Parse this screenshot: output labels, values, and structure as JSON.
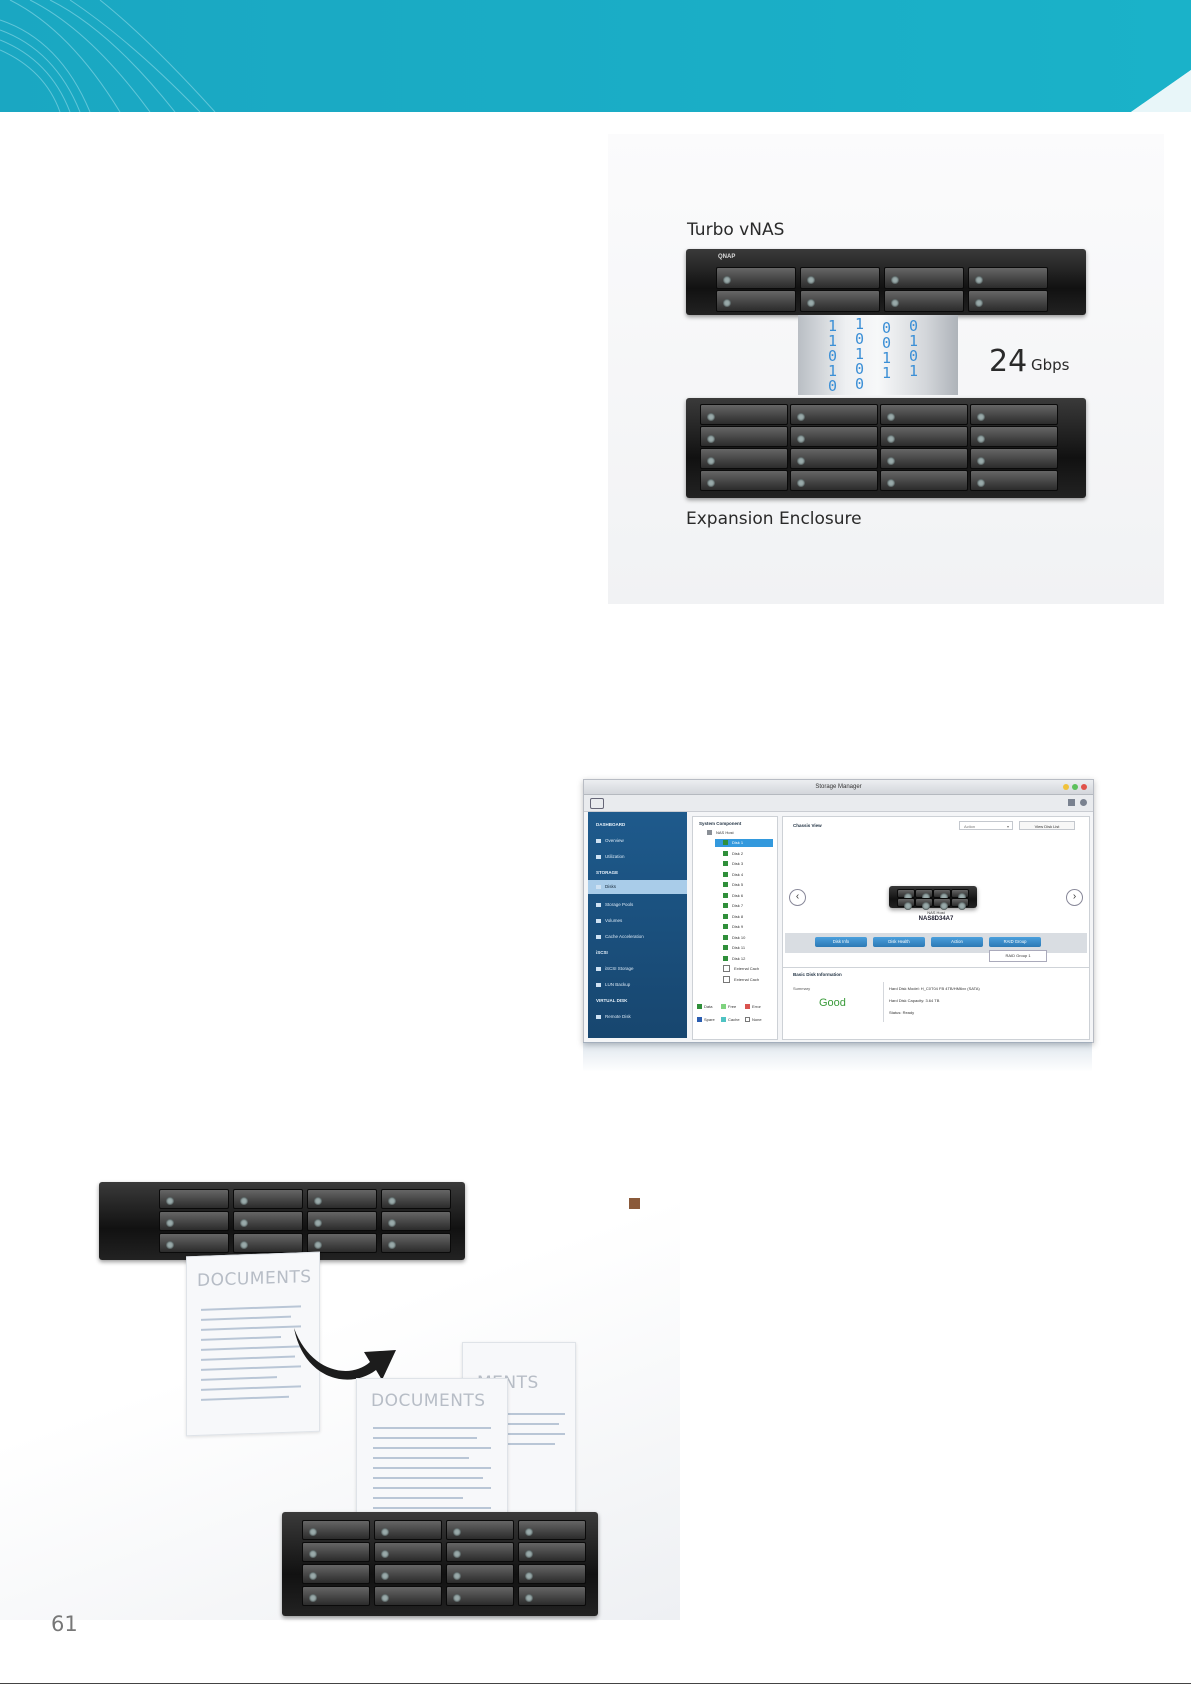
{
  "page": {
    "number": "61"
  },
  "colors": {
    "header_teal": "#1aa7c2",
    "bullet": "#8a5a3a"
  },
  "figure_vnas": {
    "top_label": "Turbo vNAS",
    "bottom_label": "Expansion Enclosure",
    "speed_value": "24",
    "speed_unit": "Gbps",
    "brand": "QNAP",
    "binary_columns": [
      "1\n1\n0\n1\n0",
      "1\n0\n1\n0\n0",
      "0\n0\n1\n1",
      "0\n1\n0\n1"
    ]
  },
  "storage_manager": {
    "title": "Storage Manager",
    "sidebar": [
      {
        "type": "head",
        "label": "DASHBOARD"
      },
      {
        "type": "item",
        "label": "Overview"
      },
      {
        "type": "item",
        "label": "Utilization"
      },
      {
        "type": "head",
        "label": "STORAGE"
      },
      {
        "type": "item",
        "label": "Disks",
        "active": true
      },
      {
        "type": "item",
        "label": "Storage Pools"
      },
      {
        "type": "item",
        "label": "Volumes"
      },
      {
        "type": "item",
        "label": "Cache Acceleration"
      },
      {
        "type": "head",
        "label": "iSCSI"
      },
      {
        "type": "item",
        "label": "iSCSI Storage"
      },
      {
        "type": "item",
        "label": "LUN Backup"
      },
      {
        "type": "head",
        "label": "VIRTUAL DISK"
      },
      {
        "type": "item",
        "label": "Remote Disk"
      }
    ],
    "tree": {
      "heading": "System Component",
      "root": "NAS Host",
      "disks": [
        "Disk 1",
        "Disk 2",
        "Disk 3",
        "Disk 4",
        "Disk 5",
        "Disk 6",
        "Disk 7",
        "Disk 8",
        "Disk 9",
        "Disk 10",
        "Disk 11",
        "Disk 12"
      ],
      "extra": [
        "External Cach",
        "External Cach"
      ]
    },
    "legend": [
      {
        "label": "Data",
        "color": "#2f8f3a"
      },
      {
        "label": "Free",
        "color": "#7fd37f"
      },
      {
        "label": "Error",
        "color": "#d9534f"
      },
      {
        "label": "Spare",
        "color": "#2a5db0"
      },
      {
        "label": "Cache",
        "color": "#4fc3c3"
      },
      {
        "label": "None",
        "color": "#ffffff"
      }
    ],
    "chassis_view": {
      "heading": "Chassis View",
      "dropdown": "Action",
      "top_button": "View Disk List",
      "device_caption": "NAS Host",
      "device_model": "NAS8D34A7",
      "buttons": [
        "Disk Info",
        "Disk Health",
        "Action",
        "RAID Group"
      ],
      "popup": "RAID Group 1"
    },
    "disk_info": {
      "heading": "Basic Disk Information",
      "summary_label": "Summary",
      "status": "Good",
      "details": [
        "Hard Disk Model: H_C0T04 FB 4TB/HM6xx (SATA)",
        "Hard Disk Capacity: 3.64 TB",
        "Status: Ready"
      ]
    }
  },
  "figure_docs": {
    "doc_word": "DOCUMENTS",
    "doc_word_partial": "MENTS"
  }
}
